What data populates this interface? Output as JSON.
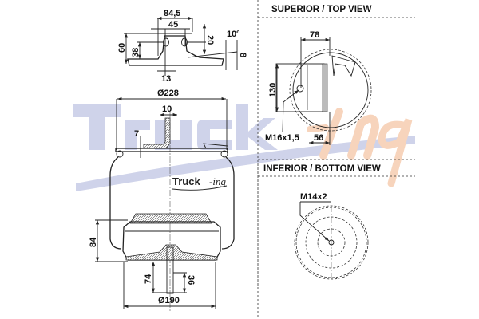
{
  "watermark": {
    "brand": "Truck",
    "suffix": "-ing",
    "primary_color": "#c9cde6",
    "accent_color": "#f7c9a8"
  },
  "sections": {
    "top_view_title": "SUPERIOR / TOP VIEW",
    "bottom_view_title": "INFERIOR / BOTTOM VIEW"
  },
  "top_plate_detail": {
    "width_outer": "84,5",
    "width_inner": "45",
    "height_total": "60",
    "height_hole": "38",
    "height_slot": "20",
    "angle": "10º",
    "thickness": "8",
    "hole_width": "13"
  },
  "side_view": {
    "top_diameter": "Ø228",
    "stud_offset": "10",
    "plate_offset": "7",
    "piston_height": "84",
    "stud_length": "74",
    "thread_length": "36",
    "bottom_diameter": "Ø190",
    "logo_brand": "Truck",
    "logo_suffix": "-ing"
  },
  "top_view": {
    "offset_x": "78",
    "width": "130",
    "thread": "M16x1,5",
    "offset_bottom": "56"
  },
  "bottom_view": {
    "thread": "M14x2"
  }
}
